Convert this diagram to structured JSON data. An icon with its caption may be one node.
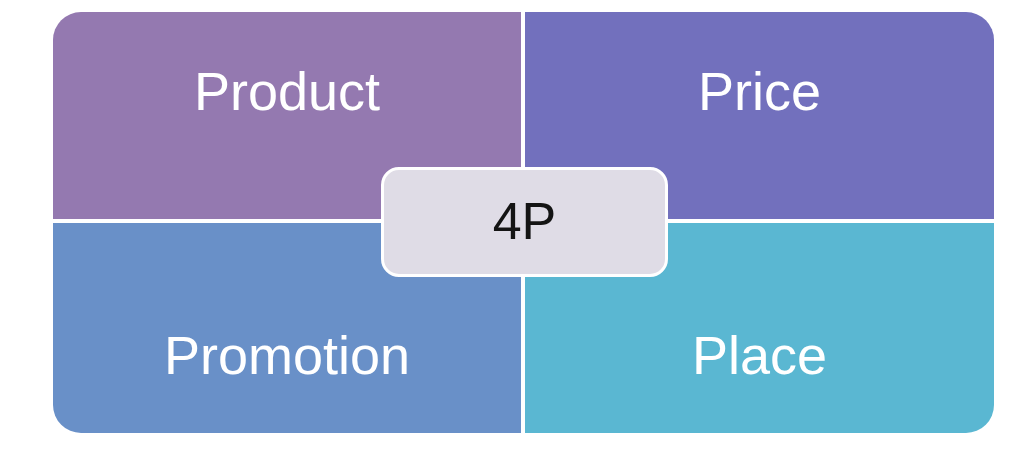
{
  "diagram": {
    "nodes": [
      {
        "text": [
          "Product"
        ]
      },
      {
        "text": [
          "Price"
        ]
      },
      {
        "text": [
          "4P"
        ]
      },
      {
        "text": [
          "Promotion"
        ]
      },
      {
        "text": [
          "Place"
        ]
      }
    ]
  }
}
